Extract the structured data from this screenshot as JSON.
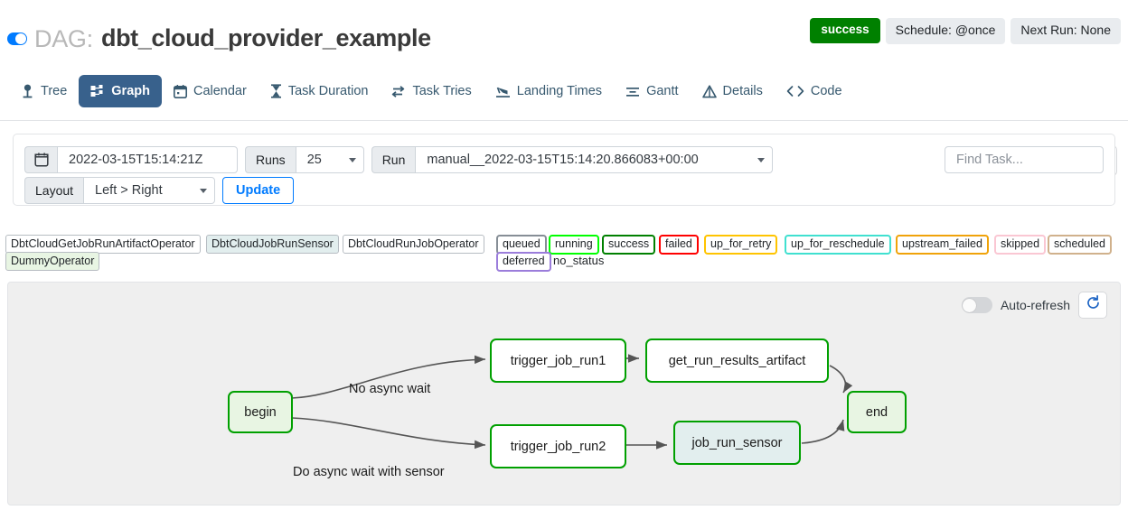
{
  "header": {
    "dag_prefix": "DAG:",
    "dag_name": "dbt_cloud_provider_example",
    "status_badge": "success",
    "schedule": "Schedule: @once",
    "next_run": "Next Run: None",
    "toggle_state": "on"
  },
  "tabs": [
    {
      "label": "Tree",
      "icon": "tree-icon",
      "active": false
    },
    {
      "label": "Graph",
      "icon": "graph-icon",
      "active": true
    },
    {
      "label": "Calendar",
      "icon": "calendar-icon",
      "active": false
    },
    {
      "label": "Task Duration",
      "icon": "hourglass-icon",
      "active": false
    },
    {
      "label": "Task Tries",
      "icon": "retry-icon",
      "active": false
    },
    {
      "label": "Landing Times",
      "icon": "landing-icon",
      "active": false
    },
    {
      "label": "Gantt",
      "icon": "gantt-icon",
      "active": false
    },
    {
      "label": "Details",
      "icon": "triangle-icon",
      "active": false
    },
    {
      "label": "Code",
      "icon": "code-icon",
      "active": false
    }
  ],
  "actions": {
    "trigger_icon": "play-icon",
    "delete_icon": "trash-icon"
  },
  "filters": {
    "calendar_icon": "calendar-icon",
    "date_value": "2022-03-15T15:14:21Z",
    "runs_label": "Runs",
    "runs_value": "25",
    "run_label": "Run",
    "run_value": "manual__2022-03-15T15:14:20.866083+00:00",
    "layout_label": "Layout",
    "layout_value": "Left > Right",
    "update_label": "Update",
    "find_task_placeholder": "Find Task..."
  },
  "legend": {
    "operators": [
      {
        "label": "DbtCloudGetJobRunArtifactOperator",
        "fill": "#ffffff",
        "border": "#b6bcc2"
      },
      {
        "label": "DbtCloudJobRunSensor",
        "fill": "#e2eeee",
        "border": "#b6bcc2"
      },
      {
        "label": "DbtCloudRunJobOperator",
        "fill": "#ffffff",
        "border": "#b6bcc2"
      },
      {
        "label": "DummyOperator",
        "fill": "#e8f5e3",
        "border": "#b6bcc2"
      }
    ],
    "states": [
      {
        "label": "queued",
        "color": "#868e96"
      },
      {
        "label": "running",
        "color": "#01ff00"
      },
      {
        "label": "success",
        "color": "#008000"
      },
      {
        "label": "failed",
        "color": "#ff0000"
      },
      {
        "label": "up_for_retry",
        "color": "#ffc400"
      },
      {
        "label": "up_for_reschedule",
        "color": "#40e0d0"
      },
      {
        "label": "upstream_failed",
        "color": "#f0a30a"
      },
      {
        "label": "skipped",
        "color": "#fac7d3"
      },
      {
        "label": "scheduled",
        "color": "#d0b18c"
      },
      {
        "label": "deferred",
        "color": "#9b7ddb"
      }
    ],
    "no_status": "no_status"
  },
  "graph_panel": {
    "auto_refresh_label": "Auto-refresh",
    "auto_refresh_state": "off",
    "refresh_icon": "refresh-icon"
  },
  "graph": {
    "nodes": [
      {
        "id": "begin",
        "label": "begin",
        "type": "dummy"
      },
      {
        "id": "trigger_job_run1",
        "label": "trigger_job_run1",
        "type": "operator"
      },
      {
        "id": "get_run_results_artifact",
        "label": "get_run_results_artifact",
        "type": "operator"
      },
      {
        "id": "trigger_job_run2",
        "label": "trigger_job_run2",
        "type": "operator"
      },
      {
        "id": "job_run_sensor",
        "label": "job_run_sensor",
        "type": "sensor"
      },
      {
        "id": "end",
        "label": "end",
        "type": "dummy"
      }
    ],
    "edge_labels": [
      {
        "text": "No async wait"
      },
      {
        "text": "Do async wait with sensor"
      }
    ]
  }
}
